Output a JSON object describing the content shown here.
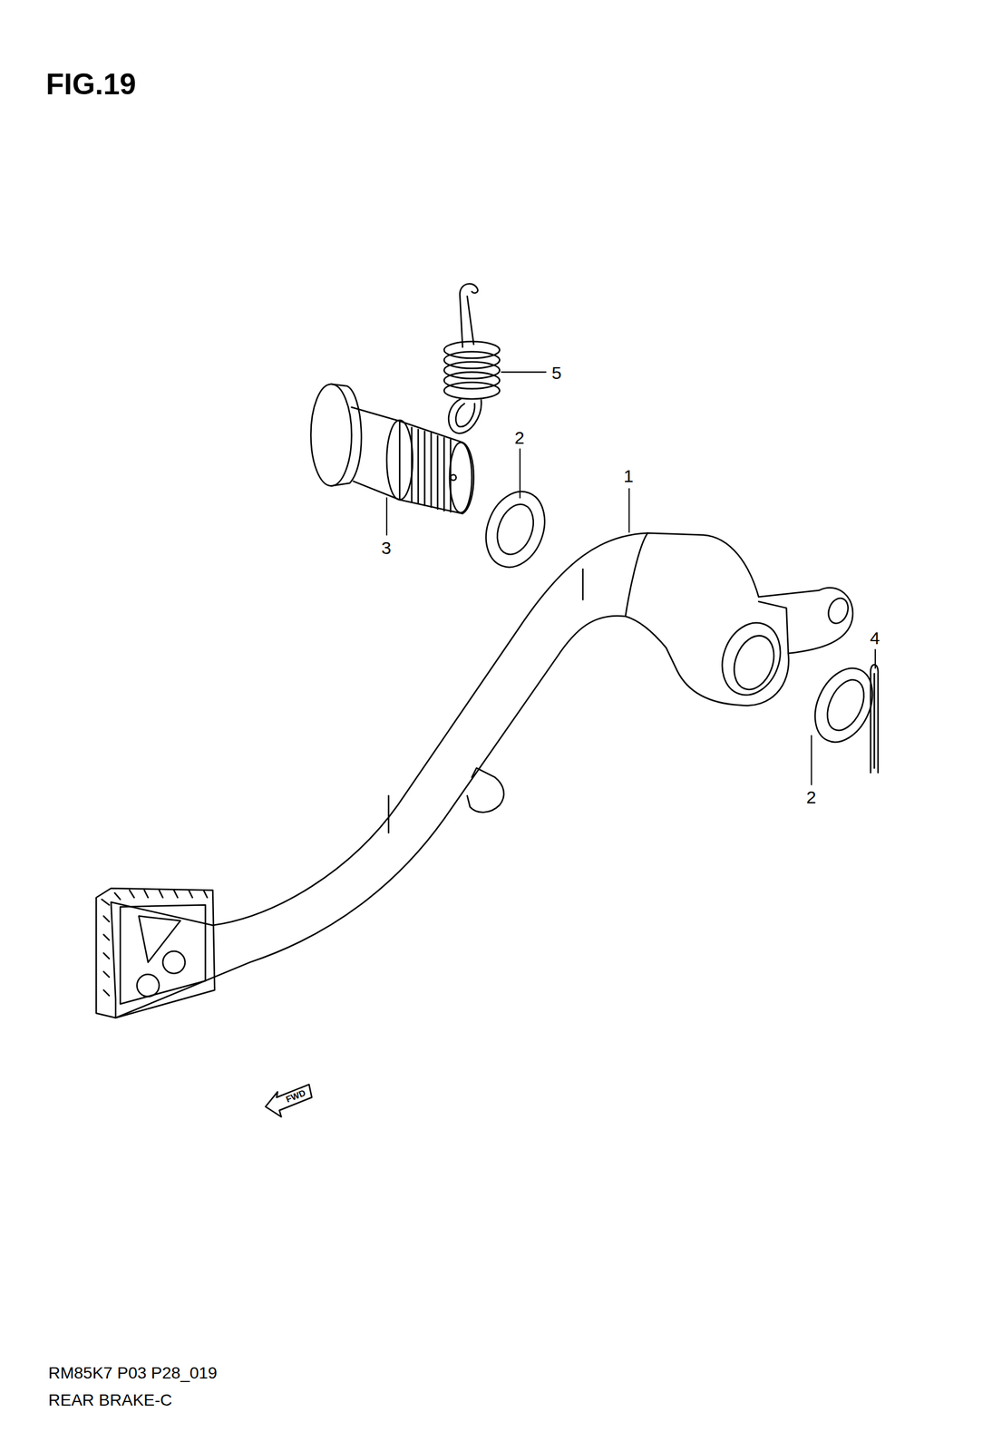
{
  "diagram": {
    "title": "FIG.19",
    "labels": [
      "5",
      "2",
      "3",
      "1",
      "4",
      "2",
      "FWD",
      "RM85K7 P03 P28_019",
      "REAR BRAKE-C"
    ]
  }
}
